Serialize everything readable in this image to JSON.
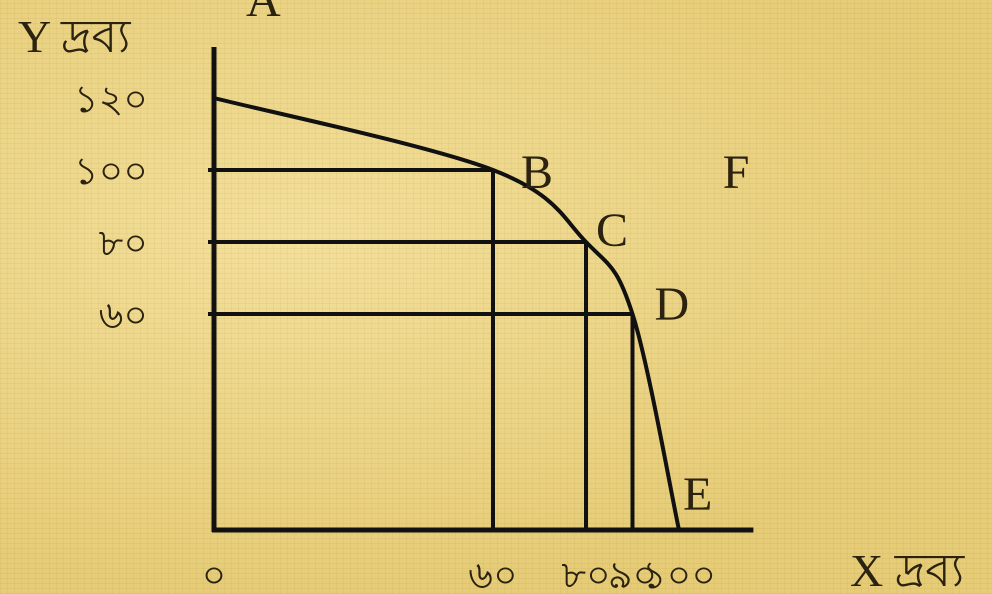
{
  "chart_data": {
    "type": "line",
    "title": "",
    "xlabel": "X দ্রব্য",
    "ylabel": "Y দ্রব্য",
    "x_ticks": [
      {
        "value": 0,
        "label": "০"
      },
      {
        "value": 60,
        "label": "৬০"
      },
      {
        "value": 80,
        "label": "৮০"
      },
      {
        "value": 90,
        "label": "৯০"
      },
      {
        "value": 100,
        "label": "১০০"
      }
    ],
    "y_ticks": [
      {
        "value": 120,
        "label": "১২০"
      },
      {
        "value": 100,
        "label": "১০০"
      },
      {
        "value": 80,
        "label": "৮০"
      },
      {
        "value": 60,
        "label": "৬০"
      }
    ],
    "xlim": [
      0,
      116
    ],
    "ylim": [
      0,
      135
    ],
    "grid": false,
    "curve": [
      {
        "label": "A",
        "x": 0,
        "y": 120
      },
      {
        "label": "B",
        "x": 60,
        "y": 100
      },
      {
        "label": "C",
        "x": 80,
        "y": 80
      },
      {
        "label": "D",
        "x": 90,
        "y": 60
      },
      {
        "label": "E",
        "x": 100,
        "y": 0
      }
    ],
    "guides": [
      {
        "point": "B",
        "x": 60,
        "y": 100
      },
      {
        "point": "C",
        "x": 80,
        "y": 80
      },
      {
        "point": "D",
        "x": 90,
        "y": 60
      }
    ],
    "annotations": [
      {
        "label": "F",
        "x": 112,
        "y": 100
      }
    ],
    "colors": {
      "line": "#111111",
      "text": "#2b2210"
    }
  }
}
